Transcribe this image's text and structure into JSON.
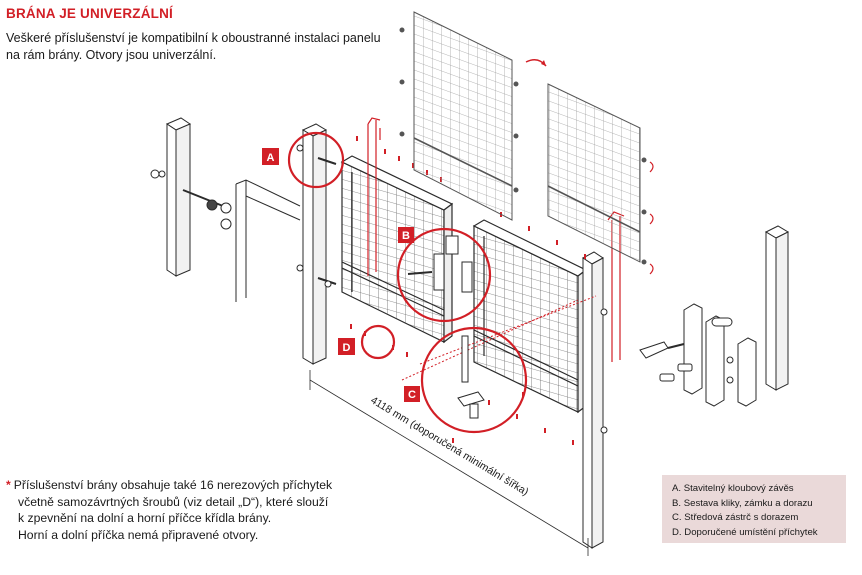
{
  "title": "BRÁNA JE UNIVERZÁLNÍ",
  "intro": "Veškeré příslušenství je kompatibilní k oboustranné instalaci panelu na rám brány. Otvory jsou univerzální.",
  "note": {
    "marker": "*",
    "lines": [
      "Příslušenství brány obsahuje také 16 nerezových příchytek",
      "včetně samozávrtných šroubů (viz detail „D“), které slouží",
      "k zpevnění na dolní a horní příčce křídla brány.",
      "Horní a dolní příčka nemá připravené otvory."
    ]
  },
  "dimension": "4118 mm (doporučená minimální šířka)",
  "detail_labels": [
    "A",
    "B",
    "C",
    "D"
  ],
  "legend": [
    "A. Stavitelný kloubový závěs",
    "B. Sestava kliky, zámku a dorazu",
    "C. Středová zástrč s dorazem",
    "D. Doporučené umístění příchytek"
  ],
  "colors": {
    "accent": "#d21f26",
    "legend_bg": "#ead9d9",
    "line": "#2b2b2b"
  }
}
